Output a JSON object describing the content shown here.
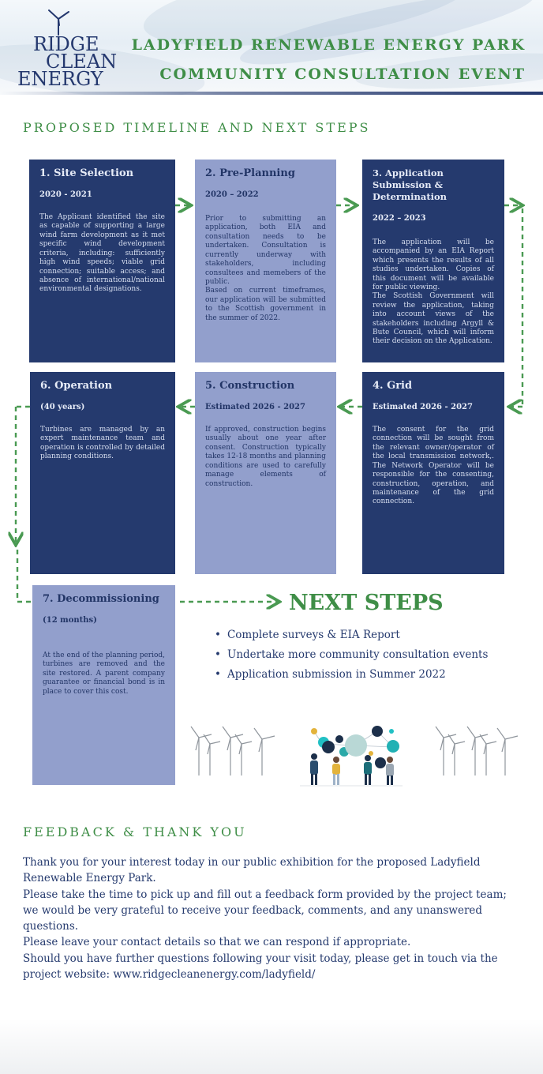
{
  "header": {
    "logo_line1": "RIDGE",
    "logo_line2": "CLEAN",
    "logo_line3": "ENERGY",
    "title_line1": "LADYFIELD RENEWABLE ENERGY PARK",
    "title_line2": "COMMUNITY CONSULTATION EVENT"
  },
  "timeline": {
    "heading": "PROPOSED TIMELINE AND NEXT STEPS",
    "steps": [
      {
        "title": "1.  Site Selection",
        "dates": "2020 - 2021",
        "text": "The Applicant identified the site as capable of supporting a large wind farm development as it met specific wind development criteria, including: sufficiently high wind speeds; viable grid connection; suitable access; and absence of international/national environmental designations."
      },
      {
        "title": "2.  Pre-Planning",
        "dates": "2020 – 2022",
        "text": "Prior to submitting an application, both EIA and consultation needs to be undertaken. Consultation is currently underway with stakeholders, including consultees and memebers of the public.",
        "text2": "Based on current timeframes, our application will be submitted to the Scottish government in the summer of 2022."
      },
      {
        "title": "3.  Application Submission & Determination",
        "dates": "2022 – 2023",
        "text": "The application will be accompanied by an EIA Report which presents the results of all studies undertaken. Copies of this document will be available for public viewing.",
        "text2": "The Scottish Government will review the application, taking into account views of the stakeholders including Argyll & Bute Council, which will inform their decision on the Application."
      },
      {
        "title": "4.  Grid",
        "dates": "Estimated 2026 - 2027",
        "text": "The consent for the grid connection will be sought from the relevant owner/operator of the local transmission network,. The Network Operator will be responsible for the consenting, construction, operation, and maintenance of the grid connection."
      },
      {
        "title": "5.  Construction",
        "dates": "Estimated 2026 - 2027",
        "text": "If approved, construction begins usually about one year after consent. Construction typically takes 12-18 months and planning conditions are used to carefully manage elements of construction."
      },
      {
        "title": "6.  Operation",
        "dates": "(40 years)",
        "text": "Turbines are managed by an expert maintenance team and operation is controlled by detailed planning conditions."
      },
      {
        "title": "7.  Decommissioning",
        "dates": "(12 months)",
        "text": "At the end of the planning period, turbines are removed and the site restored. A parent company guarantee or financial bond is in place to cover this cost."
      }
    ]
  },
  "next_steps": {
    "heading": "NEXT STEPS",
    "items": [
      "Complete surveys & EIA Report",
      "Undertake more community consultation events",
      "Application submission in Summer 2022"
    ]
  },
  "feedback": {
    "heading": "FEEDBACK & THANK YOU",
    "paragraphs": [
      "Thank you for your interest today in our public exhibition for the proposed Ladyfield Renewable Energy Park.",
      "Please take the time to pick up and fill out a feedback form provided by the project team; we would be very grateful to receive your feedback, comments, and any unanswered questions.",
      "Please leave your contact details so that we can respond if appropriate.",
      "Should you have further questions following your visit today, please get in touch via the project website: www.ridgecleanenergy.com/ladyfield/"
    ]
  },
  "colors": {
    "navy": "#253a6e",
    "periwinkle": "#929fcc",
    "green": "#3f8e47",
    "arrow_green": "#4a9a52"
  },
  "icons": [
    "wind-turbine-icon",
    "people-network-illustration",
    "arrow-right-icon"
  ]
}
